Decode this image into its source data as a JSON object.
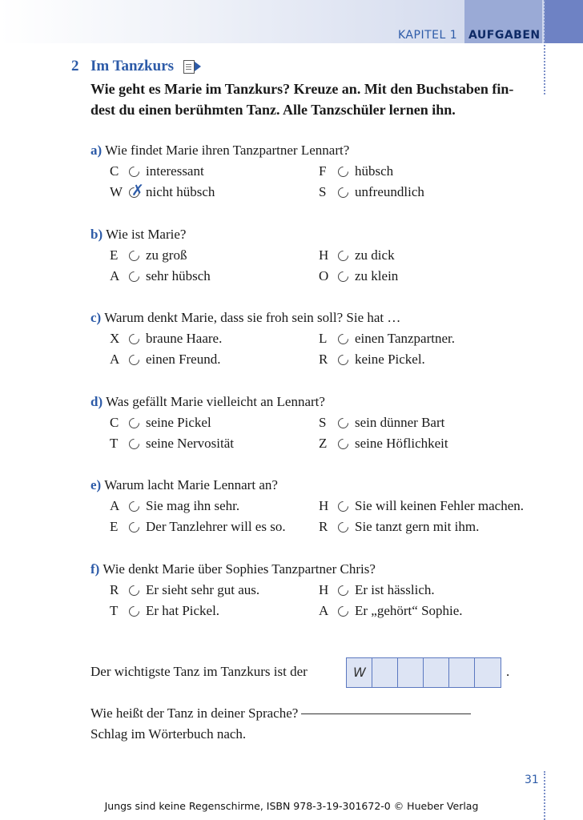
{
  "header": {
    "chapter": "KAPITEL 1",
    "section": "AUFGABEN"
  },
  "task": {
    "number": "2",
    "title": "Im Tanzkurs",
    "instruction": "Wie geht es Marie im Tanzkurs? Kreuze an. Mit den Buchstaben fin- dest du einen berühmten Tanz. Alle Tanzschüler lernen ihn."
  },
  "questions": [
    {
      "label": "a)",
      "text": "Wie findet Marie ihren Tanzpartner Lennart?",
      "options": [
        {
          "letter": "C",
          "text": "interessant",
          "checked": false
        },
        {
          "letter": "F",
          "text": "hübsch",
          "checked": false
        },
        {
          "letter": "W",
          "text": "nicht hübsch",
          "checked": true
        },
        {
          "letter": "S",
          "text": "unfreundlich",
          "checked": false
        }
      ]
    },
    {
      "label": "b)",
      "text": "Wie ist Marie?",
      "options": [
        {
          "letter": "E",
          "text": "zu groß",
          "checked": false
        },
        {
          "letter": "H",
          "text": "zu dick",
          "checked": false
        },
        {
          "letter": "A",
          "text": "sehr hübsch",
          "checked": false
        },
        {
          "letter": "O",
          "text": "zu klein",
          "checked": false
        }
      ]
    },
    {
      "label": "c)",
      "text": "Warum denkt Marie, dass sie froh sein soll? Sie hat …",
      "options": [
        {
          "letter": "X",
          "text": "braune Haare.",
          "checked": false
        },
        {
          "letter": "L",
          "text": "einen Tanzpartner.",
          "checked": false
        },
        {
          "letter": "A",
          "text": "einen Freund.",
          "checked": false
        },
        {
          "letter": "R",
          "text": "keine Pickel.",
          "checked": false
        }
      ]
    },
    {
      "label": "d)",
      "text": "Was gefällt Marie vielleicht an Lennart?",
      "options": [
        {
          "letter": "C",
          "text": "seine Pickel",
          "checked": false
        },
        {
          "letter": "S",
          "text": "sein dünner Bart",
          "checked": false
        },
        {
          "letter": "T",
          "text": "seine Nervosität",
          "checked": false
        },
        {
          "letter": "Z",
          "text": "seine Höflichkeit",
          "checked": false
        }
      ]
    },
    {
      "label": "e)",
      "text": "Warum lacht Marie Lennart an?",
      "options": [
        {
          "letter": "A",
          "text": "Sie mag ihn sehr.",
          "checked": false
        },
        {
          "letter": "H",
          "text": "Sie will keinen Fehler machen.",
          "checked": false
        },
        {
          "letter": "E",
          "text": "Der Tanzlehrer will es so.",
          "checked": false
        },
        {
          "letter": "R",
          "text": "Sie tanzt gern mit ihm.",
          "checked": false
        }
      ]
    },
    {
      "label": "f)",
      "text": "Wie denkt Marie über Sophies Tanzpartner Chris?",
      "options": [
        {
          "letter": "R",
          "text": "Er sieht sehr gut aus.",
          "checked": false
        },
        {
          "letter": "H",
          "text": "Er ist hässlich.",
          "checked": false
        },
        {
          "letter": "T",
          "text": "Er hat Pickel.",
          "checked": false
        },
        {
          "letter": "A",
          "text": "Er „gehört“ Sophie.",
          "checked": false
        }
      ]
    }
  ],
  "answer": {
    "sentence": "Der wichtigste Tanz im Tanzkurs ist der",
    "boxes": [
      "W",
      "",
      "",
      "",
      "",
      ""
    ],
    "end": "."
  },
  "followup": {
    "question": "Wie heißt der Tanz in deiner Sprache?",
    "hint": "Schlag im Wörterbuch nach."
  },
  "page_number": "31",
  "footer": "Jungs sind keine Regenschirme, ISBN 978-3-19-301672-0 © Hueber Verlag",
  "colors": {
    "accent": "#2d5ba8",
    "header_dark": "#0e2a66",
    "box_fill": "#dde4f4"
  }
}
